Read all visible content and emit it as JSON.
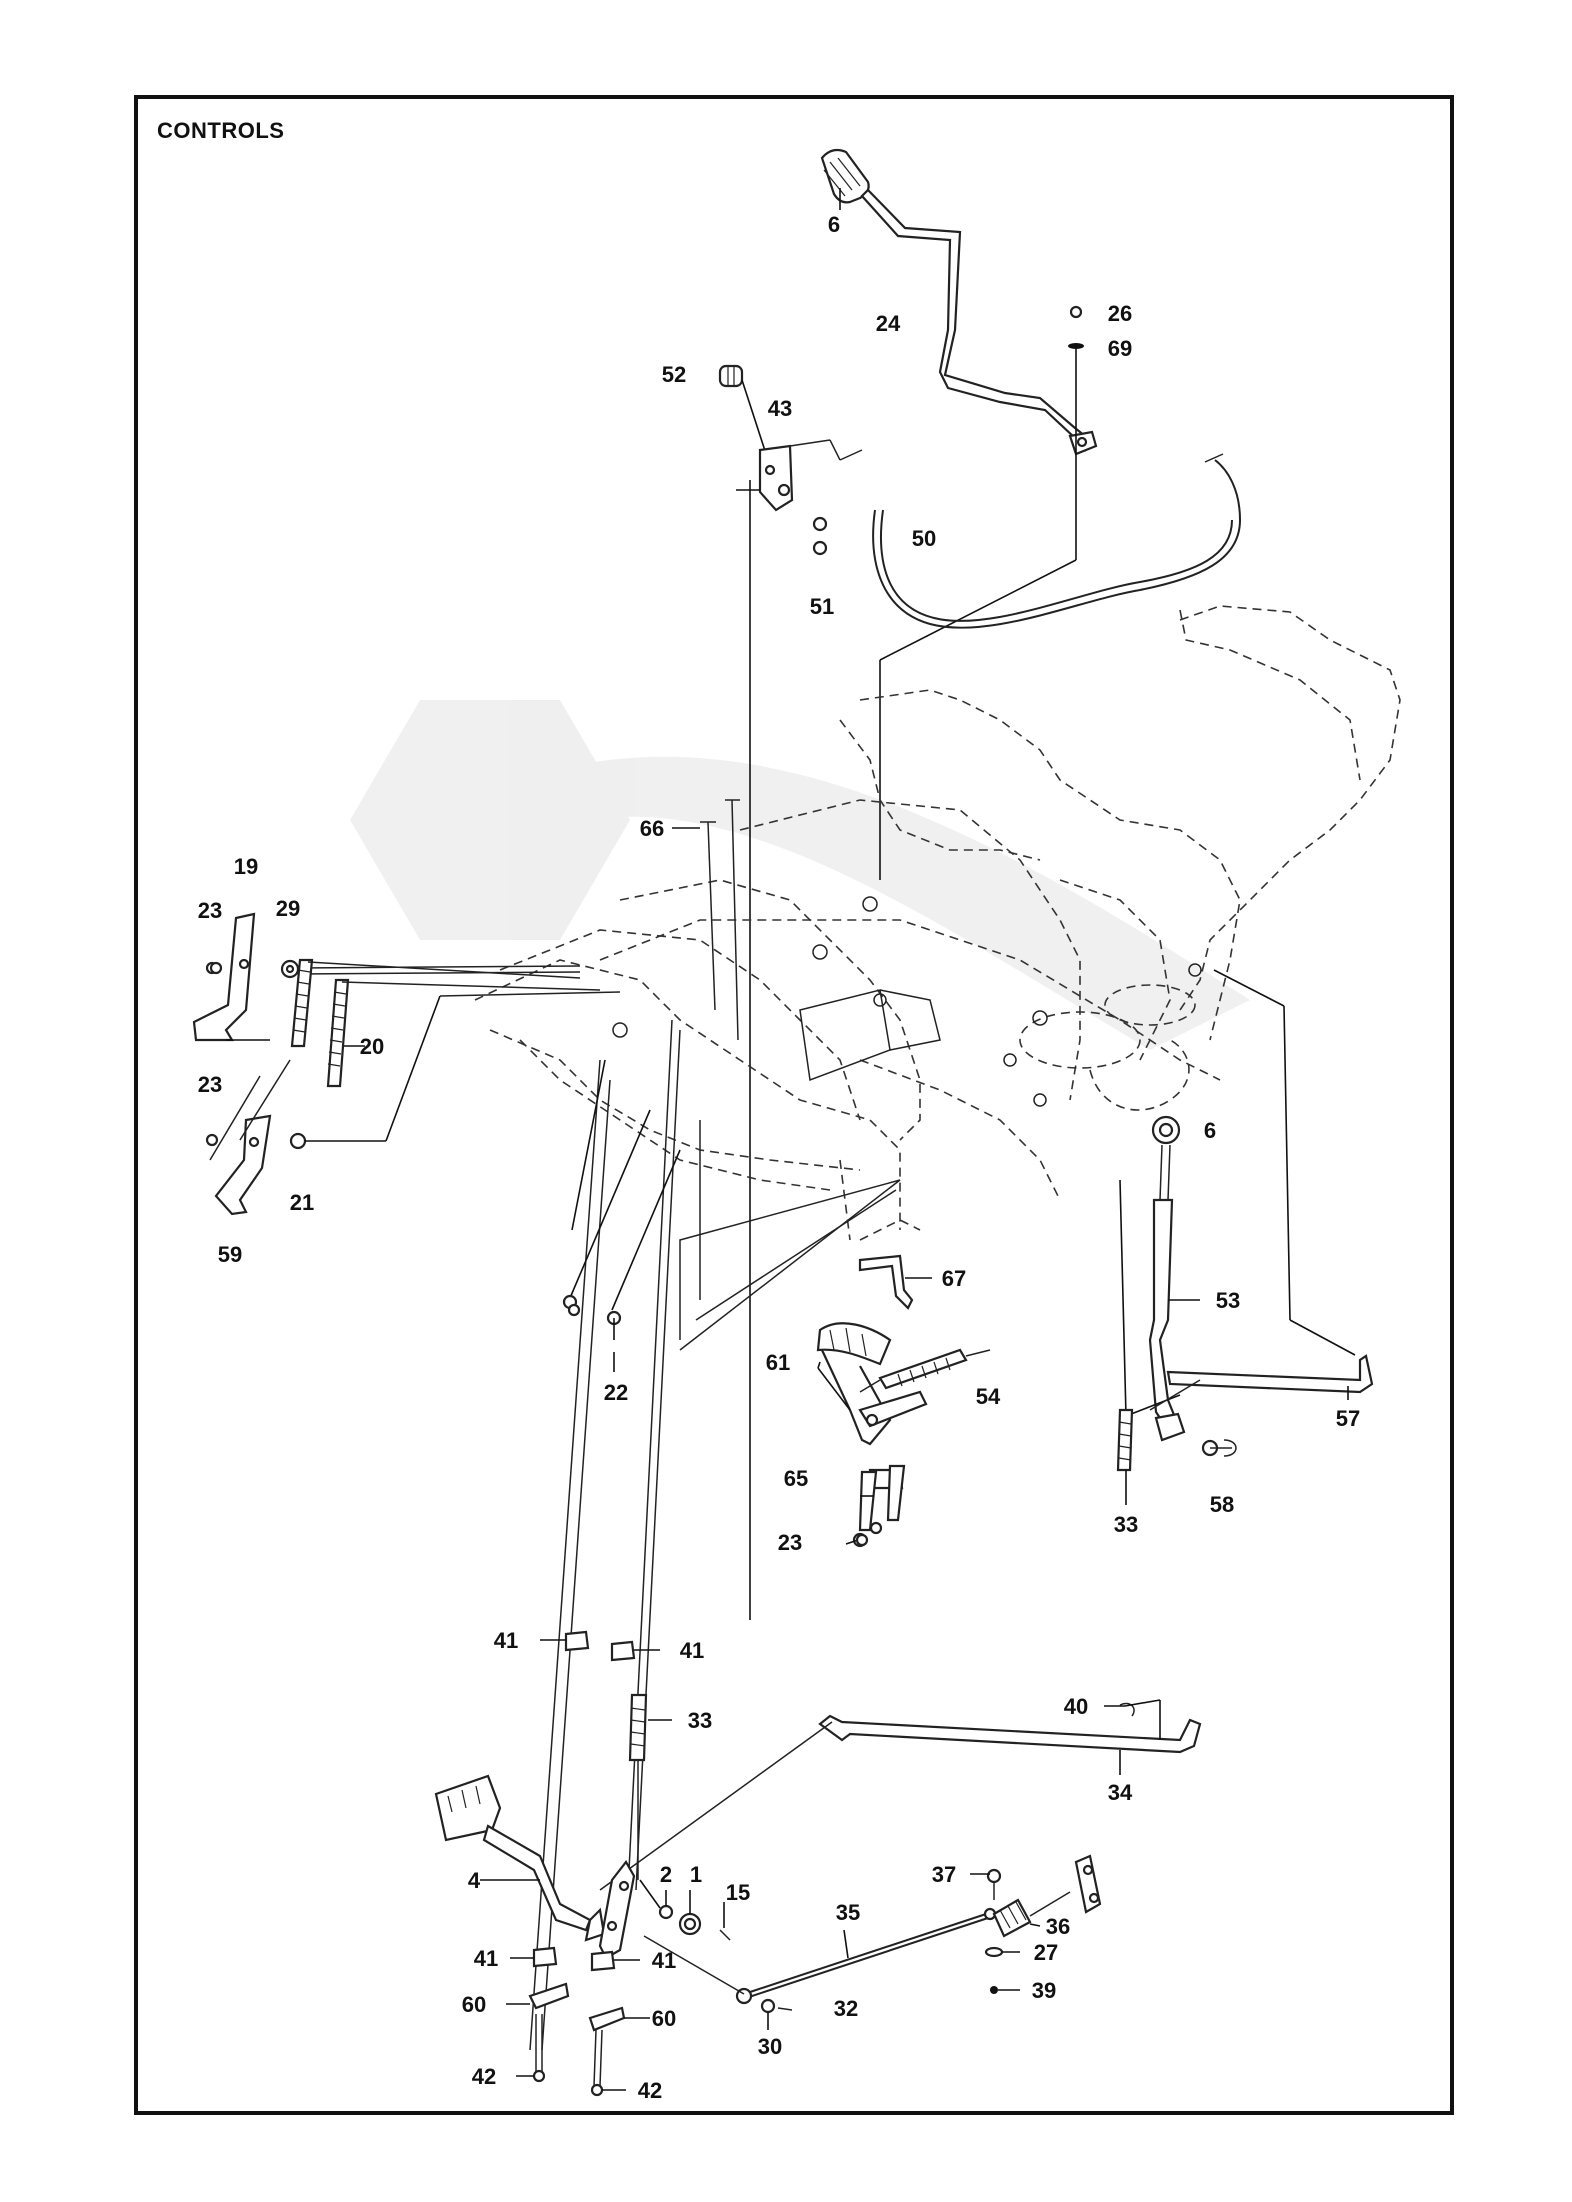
{
  "page": {
    "title": "CONTROLS"
  },
  "callouts": [
    {
      "id": "c-6-top",
      "text": "6"
    },
    {
      "id": "c-24",
      "text": "24"
    },
    {
      "id": "c-26",
      "text": "26"
    },
    {
      "id": "c-69",
      "text": "69"
    },
    {
      "id": "c-52",
      "text": "52"
    },
    {
      "id": "c-43",
      "text": "43"
    },
    {
      "id": "c-50",
      "text": "50"
    },
    {
      "id": "c-51",
      "text": "51"
    },
    {
      "id": "c-66",
      "text": "66"
    },
    {
      "id": "c-19",
      "text": "19"
    },
    {
      "id": "c-23-a",
      "text": "23"
    },
    {
      "id": "c-29",
      "text": "29"
    },
    {
      "id": "c-20",
      "text": "20"
    },
    {
      "id": "c-23-b",
      "text": "23"
    },
    {
      "id": "c-21",
      "text": "21"
    },
    {
      "id": "c-59",
      "text": "59"
    },
    {
      "id": "c-6-right",
      "text": "6"
    },
    {
      "id": "c-53",
      "text": "53"
    },
    {
      "id": "c-57",
      "text": "57"
    },
    {
      "id": "c-67",
      "text": "67"
    },
    {
      "id": "c-61",
      "text": "61"
    },
    {
      "id": "c-54",
      "text": "54"
    },
    {
      "id": "c-22",
      "text": "22"
    },
    {
      "id": "c-65",
      "text": "65"
    },
    {
      "id": "c-23-c",
      "text": "23"
    },
    {
      "id": "c-33-a",
      "text": "33"
    },
    {
      "id": "c-58",
      "text": "58"
    },
    {
      "id": "c-41-a",
      "text": "41"
    },
    {
      "id": "c-41-b",
      "text": "41"
    },
    {
      "id": "c-33-b",
      "text": "33"
    },
    {
      "id": "c-40",
      "text": "40"
    },
    {
      "id": "c-34",
      "text": "34"
    },
    {
      "id": "c-4",
      "text": "4"
    },
    {
      "id": "c-2",
      "text": "2"
    },
    {
      "id": "c-1",
      "text": "1"
    },
    {
      "id": "c-15",
      "text": "15"
    },
    {
      "id": "c-35",
      "text": "35"
    },
    {
      "id": "c-37",
      "text": "37"
    },
    {
      "id": "c-36",
      "text": "36"
    },
    {
      "id": "c-27",
      "text": "27"
    },
    {
      "id": "c-41-c",
      "text": "41"
    },
    {
      "id": "c-41-d",
      "text": "41"
    },
    {
      "id": "c-60-a",
      "text": "60"
    },
    {
      "id": "c-60-b",
      "text": "60"
    },
    {
      "id": "c-32",
      "text": "32"
    },
    {
      "id": "c-30",
      "text": "30"
    },
    {
      "id": "c-39",
      "text": "39"
    },
    {
      "id": "c-42-a",
      "text": "42"
    },
    {
      "id": "c-42-b",
      "text": "42"
    }
  ],
  "colors": {
    "line": "#222222",
    "label": "#111111",
    "watermark": "#eeeeee"
  }
}
